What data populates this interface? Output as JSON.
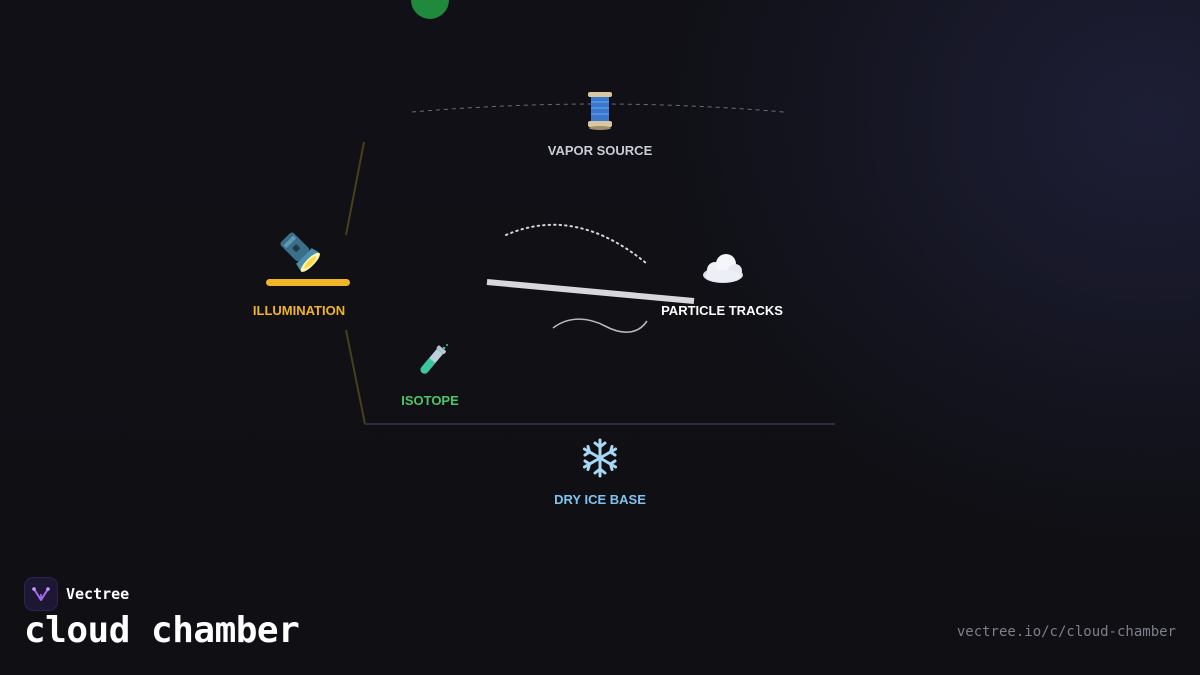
{
  "brand": {
    "name": "Vectree",
    "logo_icon": "vectree-logo-icon"
  },
  "title": "cloud chamber",
  "url": "vectree.io/c/cloud-chamber",
  "colors": {
    "background": "#0f0f14",
    "illumination": "#f0b428",
    "isotope": "#4cc46a",
    "dry_ice": "#7fc4f0",
    "vapor": "#c9cdd6",
    "tracks": "#ffffff",
    "top_indicator": "#1f8a3c"
  },
  "nodes": {
    "vapor_source": {
      "label": "VAPOR SOURCE",
      "icon": "thread-spool-icon"
    },
    "illumination": {
      "label": "ILLUMINATION",
      "icon": "flashlight-icon"
    },
    "particle_tracks": {
      "label": "PARTICLE TRACKS",
      "icon": "cloud-icon"
    },
    "isotope": {
      "label": "ISOTOPE",
      "icon": "test-tube-icon"
    },
    "dry_ice_base": {
      "label": "DRY ICE BASE",
      "icon": "snowflake-icon"
    }
  }
}
